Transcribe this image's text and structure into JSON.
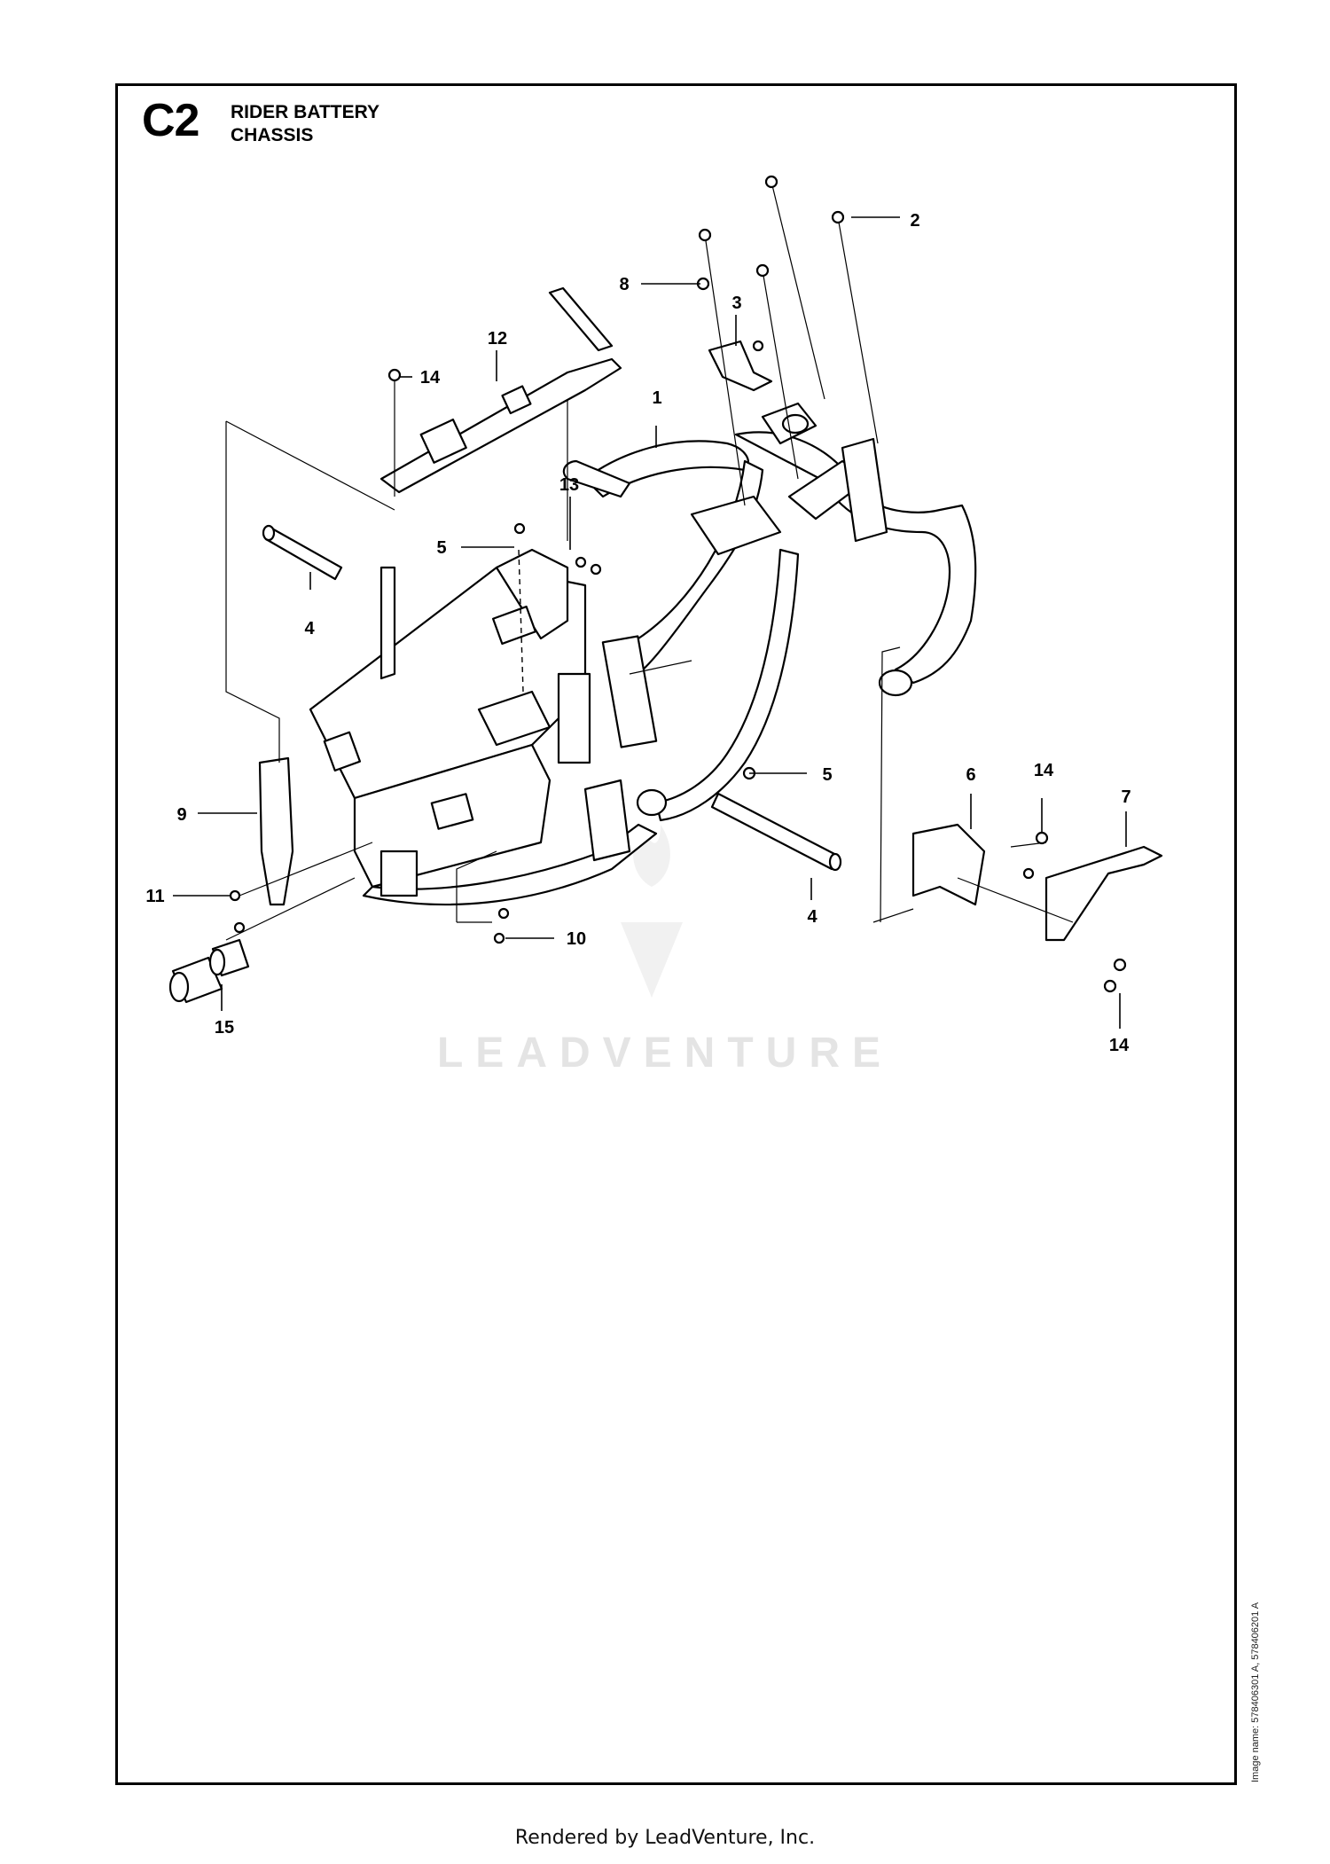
{
  "header": {
    "section_code": "C2",
    "title_line1": "RIDER BATTERY",
    "title_line2": "CHASSIS"
  },
  "side_note": "Image name: 578406301 A, 578406201 A",
  "watermark": "LEADVENTURE",
  "footer": "Rendered by LeadVenture, Inc.",
  "callouts": {
    "c1": "1",
    "c2": "2",
    "c3": "3",
    "c4a": "4",
    "c4b": "4",
    "c5a": "5",
    "c5b": "5",
    "c6": "6",
    "c7": "7",
    "c8": "8",
    "c9": "9",
    "c10": "10",
    "c11": "11",
    "c12": "12",
    "c13": "13",
    "c14a": "14",
    "c14b": "14",
    "c14c": "14",
    "c15": "15"
  }
}
